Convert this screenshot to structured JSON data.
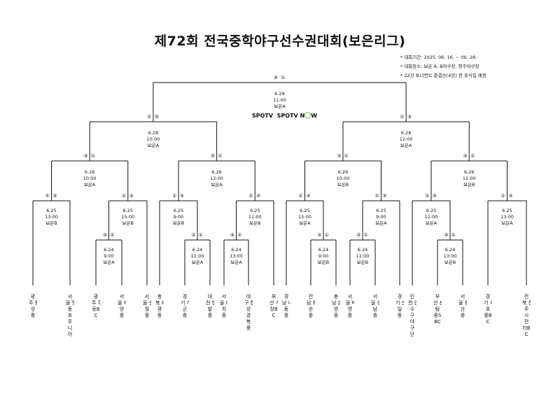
{
  "title": "제72회 전국중학야구선수권대회(보은리그)",
  "notes": [
    "* 대회기간: 2025. 06. 16. ~ 06. 28.",
    "* 대회장소: 보은 A, B야구장, 청주야구장",
    "* 22강 토너먼트 준결승(4강) 전 휴식일 예정"
  ],
  "broadcast": {
    "spotv": "SPOTV",
    "now_prefix": "SPOTV N",
    "now_suffix": "W"
  },
  "teams": [
    "광주 동성중",
    "서울 명동포주니어",
    "광주 무등BC",
    "서울 자양중",
    "서울 신월중",
    "충북 세광중",
    "경기 개군중",
    "대전 한밭중",
    "서울 대치중",
    "대구 협성경복중",
    "부산 기장BC",
    "경남 내동중",
    "전남 화순중",
    "충남 온양중",
    "서울 배명중",
    "서울 성남중",
    "경기 신일중",
    "인천 연수구야구단",
    "부산 센텀중SBC",
    "서울 동산중",
    "경기 서호중BC",
    "전북 전주시전라BC"
  ],
  "matches": {
    "final": {
      "date": "6.29",
      "time": "11:00",
      "venue": "보은A",
      "nums": "③ ①"
    },
    "sfL": {
      "date": "6.28",
      "time": "10:00",
      "venue": "보은A",
      "nums": "① ③"
    },
    "sfR": {
      "date": "6.28",
      "time": "12:00",
      "venue": "보은A",
      "nums": "① ③"
    },
    "qf1": {
      "date": "6.26",
      "time": "10:00",
      "venue": "보은A",
      "nums": "③ ①"
    },
    "qf2": {
      "date": "6.26",
      "time": "12:00",
      "venue": "보은A",
      "nums": "③ ①"
    },
    "qf3": {
      "date": "6.26",
      "time": "10:00",
      "venue": "보은B",
      "nums": "③ ①"
    },
    "qf4": {
      "date": "6.26",
      "time": "12:00",
      "venue": "보은B",
      "nums": "③ ①"
    },
    "r16_1": {
      "date": "6.25",
      "time": "13:00",
      "venue": "보은B",
      "nums": "① ③"
    },
    "r16_2": {
      "date": "6.25",
      "time": "15:00",
      "venue": "보은B",
      "nums": "① ③"
    },
    "r16_3": {
      "date": "6.25",
      "time": "9:00",
      "venue": "보은B",
      "nums": "① ③"
    },
    "r16_4": {
      "date": "6.25",
      "time": "11:00",
      "venue": "보은B",
      "nums": "① ③"
    },
    "r16_5": {
      "date": "6.25",
      "time": "15:00",
      "venue": "보은A",
      "nums": "① ③"
    },
    "r16_6": {
      "date": "6.25",
      "time": "9:00",
      "venue": "보은A",
      "nums": "① ③"
    },
    "r16_7": {
      "date": "6.25",
      "time": "11:00",
      "venue": "보은A",
      "nums": "① ③"
    },
    "r16_8": {
      "date": "6.25",
      "time": "13:00",
      "venue": "보은A",
      "nums": "① ③"
    },
    "r22_1": {
      "date": "6.24",
      "time": "9:00",
      "venue": "보은A",
      "nums": "③ ①"
    },
    "r22_2": {
      "date": "6.24",
      "time": "11:00",
      "venue": "보은A",
      "nums": "③ ①"
    },
    "r22_3": {
      "date": "6.24",
      "time": "13:00",
      "venue": "보은A",
      "nums": "③ ①"
    },
    "r22_4": {
      "date": "6.24",
      "time": "9:00",
      "venue": "보은B",
      "nums": "③ ①"
    },
    "r22_5": {
      "date": "6.24",
      "time": "11:00",
      "venue": "보은B",
      "nums": "③ ①"
    },
    "r22_6": {
      "date": "6.24",
      "time": "13:00",
      "venue": "보은B",
      "nums": "③ ①"
    }
  }
}
